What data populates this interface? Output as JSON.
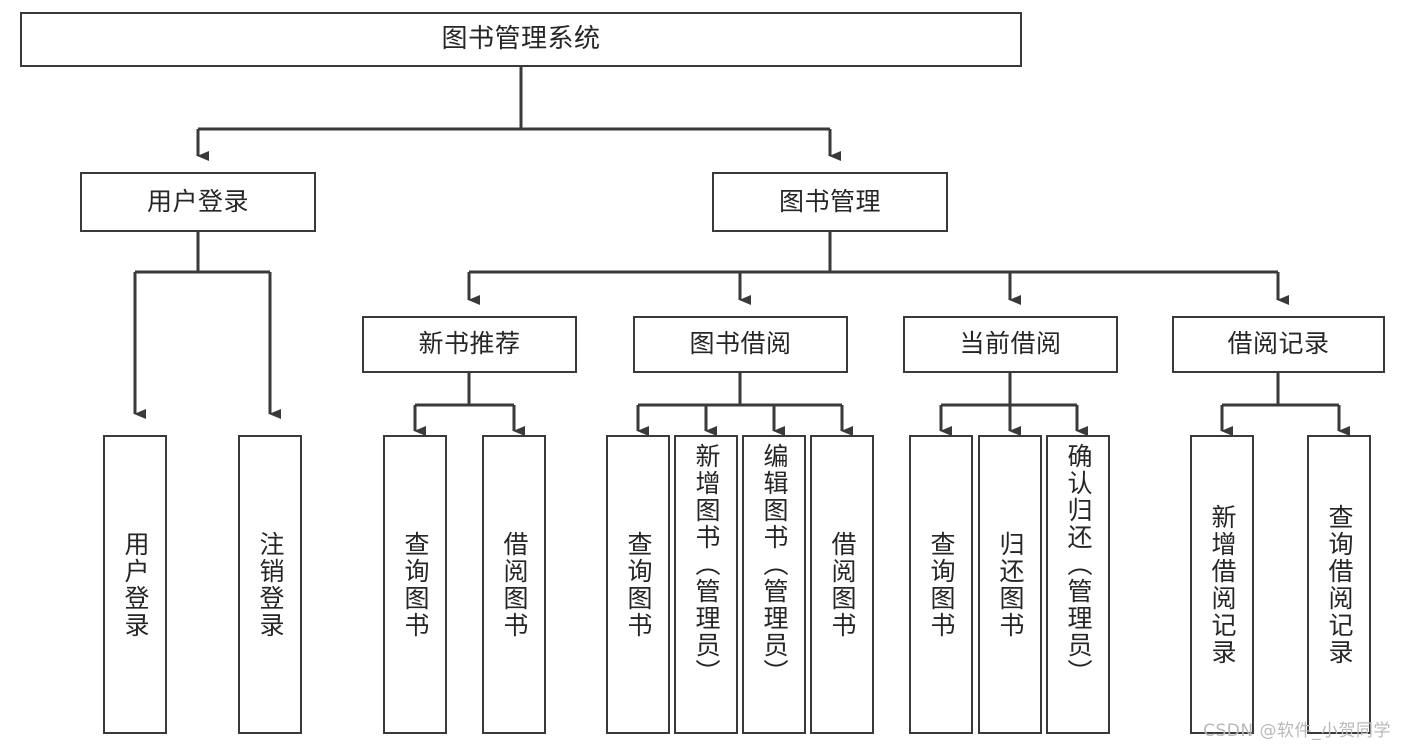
{
  "diagram": {
    "type": "tree-hierarchy",
    "title": "图书管理系统",
    "watermark": "CSDN @软件_小贺同学",
    "colors": {
      "stroke": "#3a3a3a",
      "text": "#262626",
      "background": "#ffffff",
      "watermark": "#b9b9b9"
    },
    "nodes": {
      "root": {
        "label": "图书管理系统"
      },
      "level2": [
        {
          "label": "用户登录"
        },
        {
          "label": "图书管理"
        }
      ],
      "level3": [
        {
          "label": "新书推荐"
        },
        {
          "label": "图书借阅"
        },
        {
          "label": "当前借阅"
        },
        {
          "label": "借阅记录"
        }
      ],
      "leaves": {
        "user_login": [
          {
            "label": "用户登录"
          },
          {
            "label": "注销登录"
          }
        ],
        "new_book_recommend": [
          {
            "label": "查询图书"
          },
          {
            "label": "借阅图书"
          }
        ],
        "book_borrow": [
          {
            "label": "查询图书"
          },
          {
            "label": "新增图书（管理员）"
          },
          {
            "label": "编辑图书（管理员）"
          },
          {
            "label": "借阅图书"
          }
        ],
        "current_borrow": [
          {
            "label": "查询图书"
          },
          {
            "label": "归还图书"
          },
          {
            "label": "确认归还（管理员）"
          }
        ],
        "borrow_record": [
          {
            "label": "新增借阅记录"
          },
          {
            "label": "查询借阅记录"
          }
        ]
      }
    }
  }
}
